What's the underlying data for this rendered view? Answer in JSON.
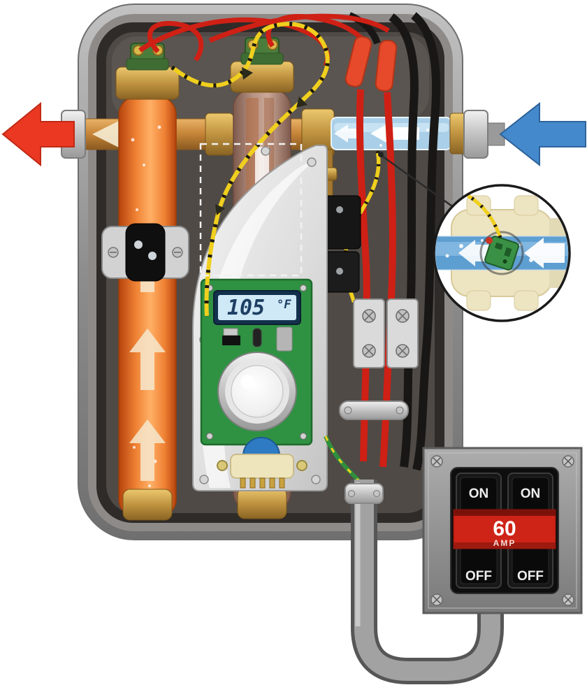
{
  "figure": {
    "title": "Electric tankless water heater - internal components cutaway diagram",
    "temperature_display": {
      "value": "105",
      "unit": "°F"
    },
    "breaker": {
      "rockers": [
        {
          "on": "ON",
          "off": "OFF"
        },
        {
          "on": "ON",
          "off": "OFF"
        }
      ],
      "rating_value": "60",
      "rating_unit": "AMP"
    },
    "flow_icons": {
      "hot_water_out": "red-arrow-left",
      "cold_water_in": "blue-arrow-left"
    },
    "colors": {
      "hot_arrow": "#ea3822",
      "cold_arrow": "#4489cb",
      "enclosure_frame": "#9a9a9a",
      "enclosure_interior": "#4f4a46",
      "heating_element": "#e8681c",
      "copper_pipe": "#c98a3b",
      "pcb_green": "#2f9242",
      "lcd_screen": "#cfe9f7",
      "lcd_digits": "#1e3f63",
      "wire_red": "#cf2015",
      "wire_yellow": "#f0cf1e",
      "wire_black": "#191715",
      "breaker_red": "#ce2317"
    }
  }
}
